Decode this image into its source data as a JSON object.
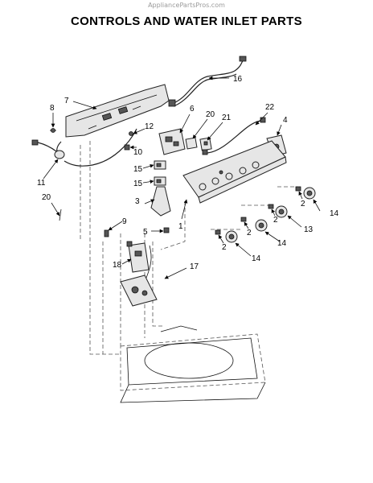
{
  "watermark": "AppliancePartsPros.com",
  "title": "CONTROLS AND WATER INLET PARTS",
  "callouts": [
    "16",
    "7",
    "8",
    "6",
    "20",
    "21",
    "22",
    "4",
    "12",
    "10",
    "11",
    "15",
    "15",
    "20",
    "3",
    "1",
    "2",
    "14",
    "2",
    "13",
    "2",
    "14",
    "2",
    "14",
    "9",
    "5",
    "18",
    "17"
  ]
}
